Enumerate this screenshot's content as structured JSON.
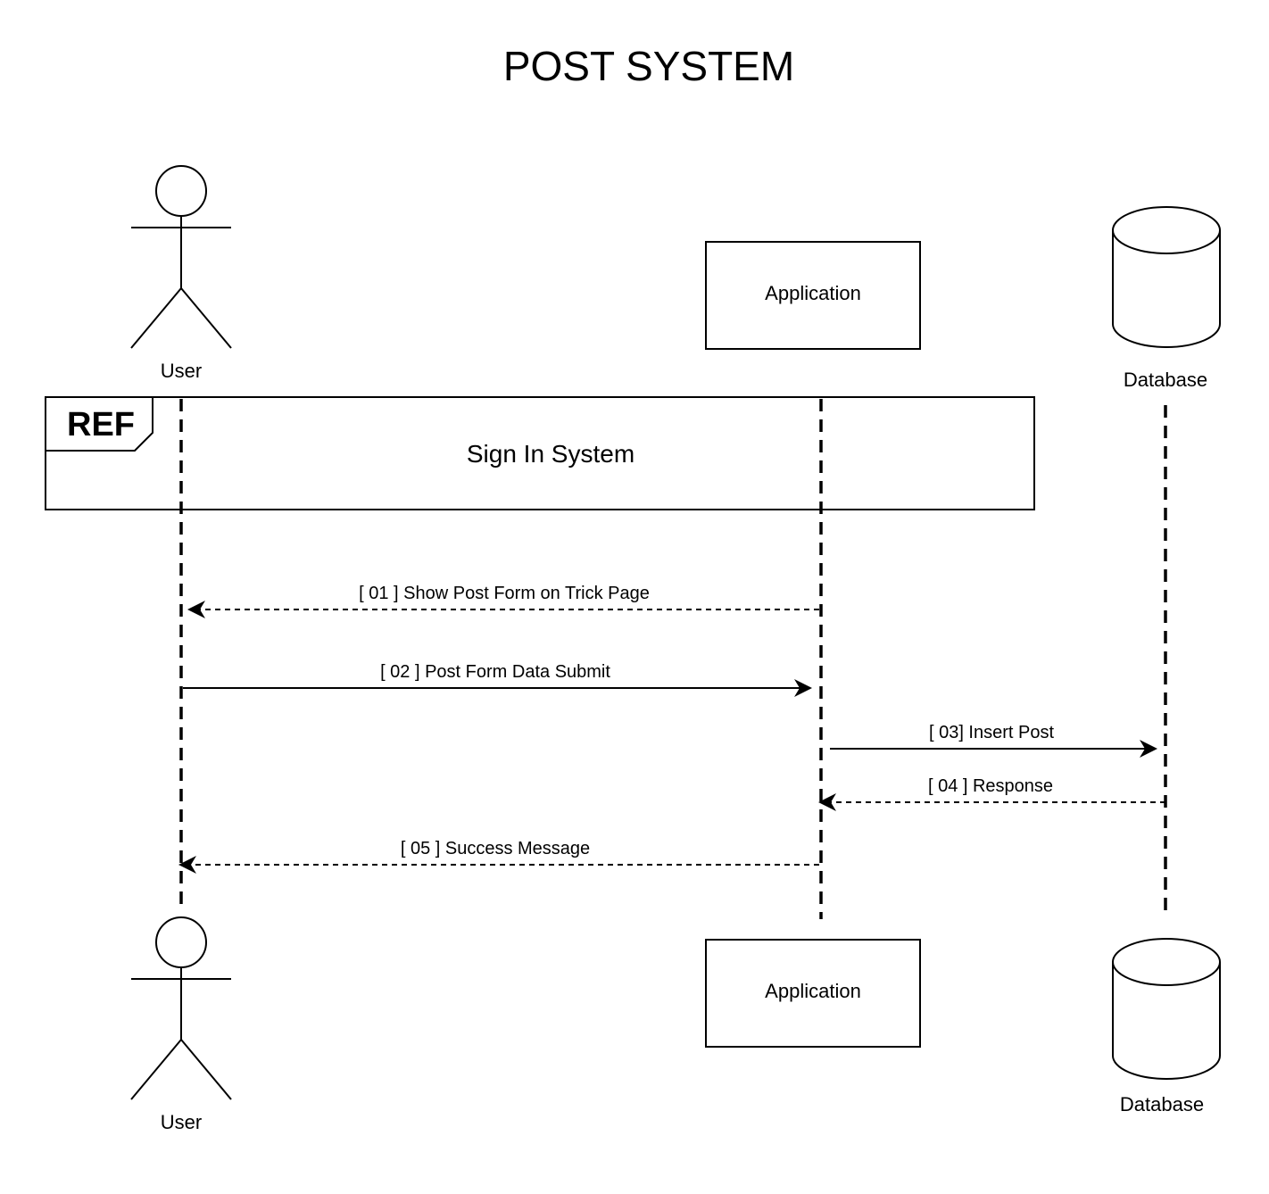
{
  "title": "POST SYSTEM",
  "participants": {
    "user": "User",
    "application": "Application",
    "database": "Database"
  },
  "ref_fragment": {
    "tag": "REF",
    "name": "Sign In System"
  },
  "messages": [
    {
      "id": "m1",
      "label": "[ 01 ] Show  Post Form on Trick Page",
      "from": "application",
      "to": "user",
      "style": "dashed"
    },
    {
      "id": "m2",
      "label": "[ 02 ] Post Form Data Submit",
      "from": "user",
      "to": "application",
      "style": "solid"
    },
    {
      "id": "m3",
      "label": "[ 03] Insert Post",
      "from": "application",
      "to": "database",
      "style": "solid"
    },
    {
      "id": "m4",
      "label": "[ 04 ] Response",
      "from": "database",
      "to": "application",
      "style": "dashed"
    },
    {
      "id": "m5",
      "label": "[ 05 ] Success Message",
      "from": "application",
      "to": "user",
      "style": "dashed"
    }
  ]
}
